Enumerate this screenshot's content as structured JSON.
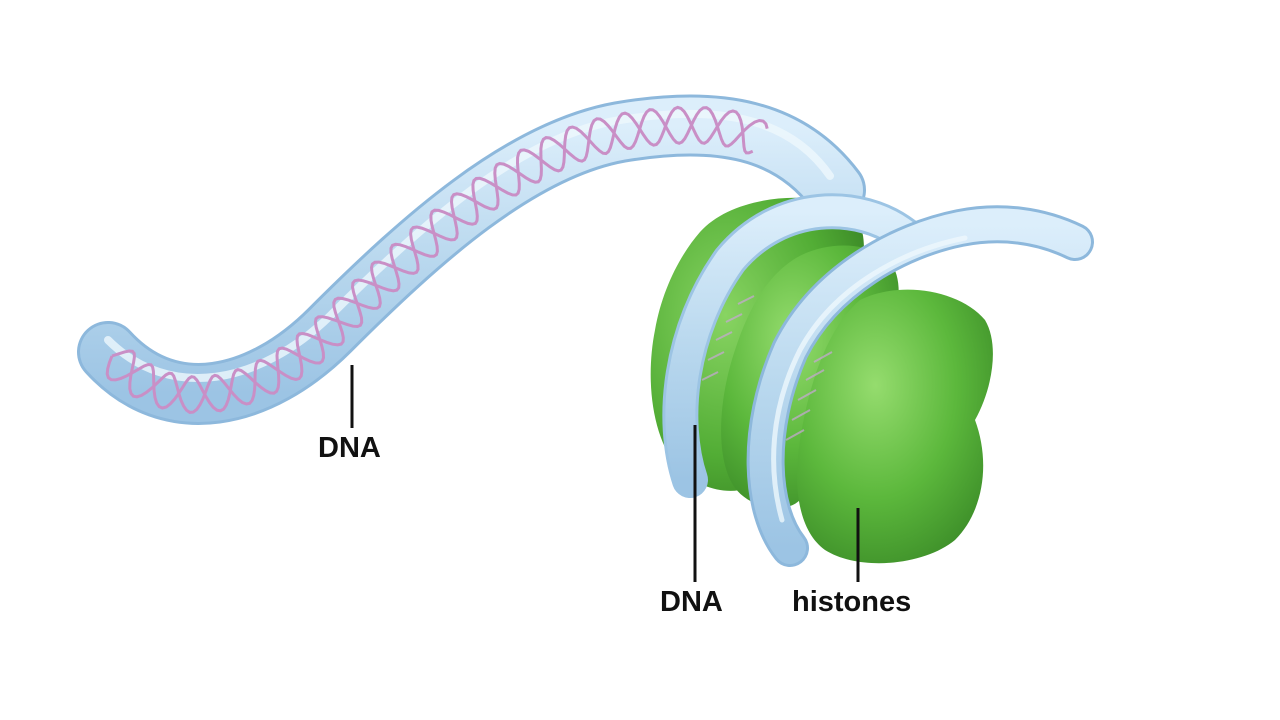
{
  "labels": {
    "dna_strand": "DNA",
    "dna_wrapped": "DNA",
    "histones": "histones"
  },
  "colors": {
    "dna_tube": "#b9d8ee",
    "dna_tube_edge": "#8db8dc",
    "helix_strand": "#c98fc6",
    "histone_green": "#59b53b",
    "histone_dark": "#3e8f2a",
    "histone_light": "#8fd66a",
    "label_text": "#111111",
    "leader_line": "#111111"
  }
}
